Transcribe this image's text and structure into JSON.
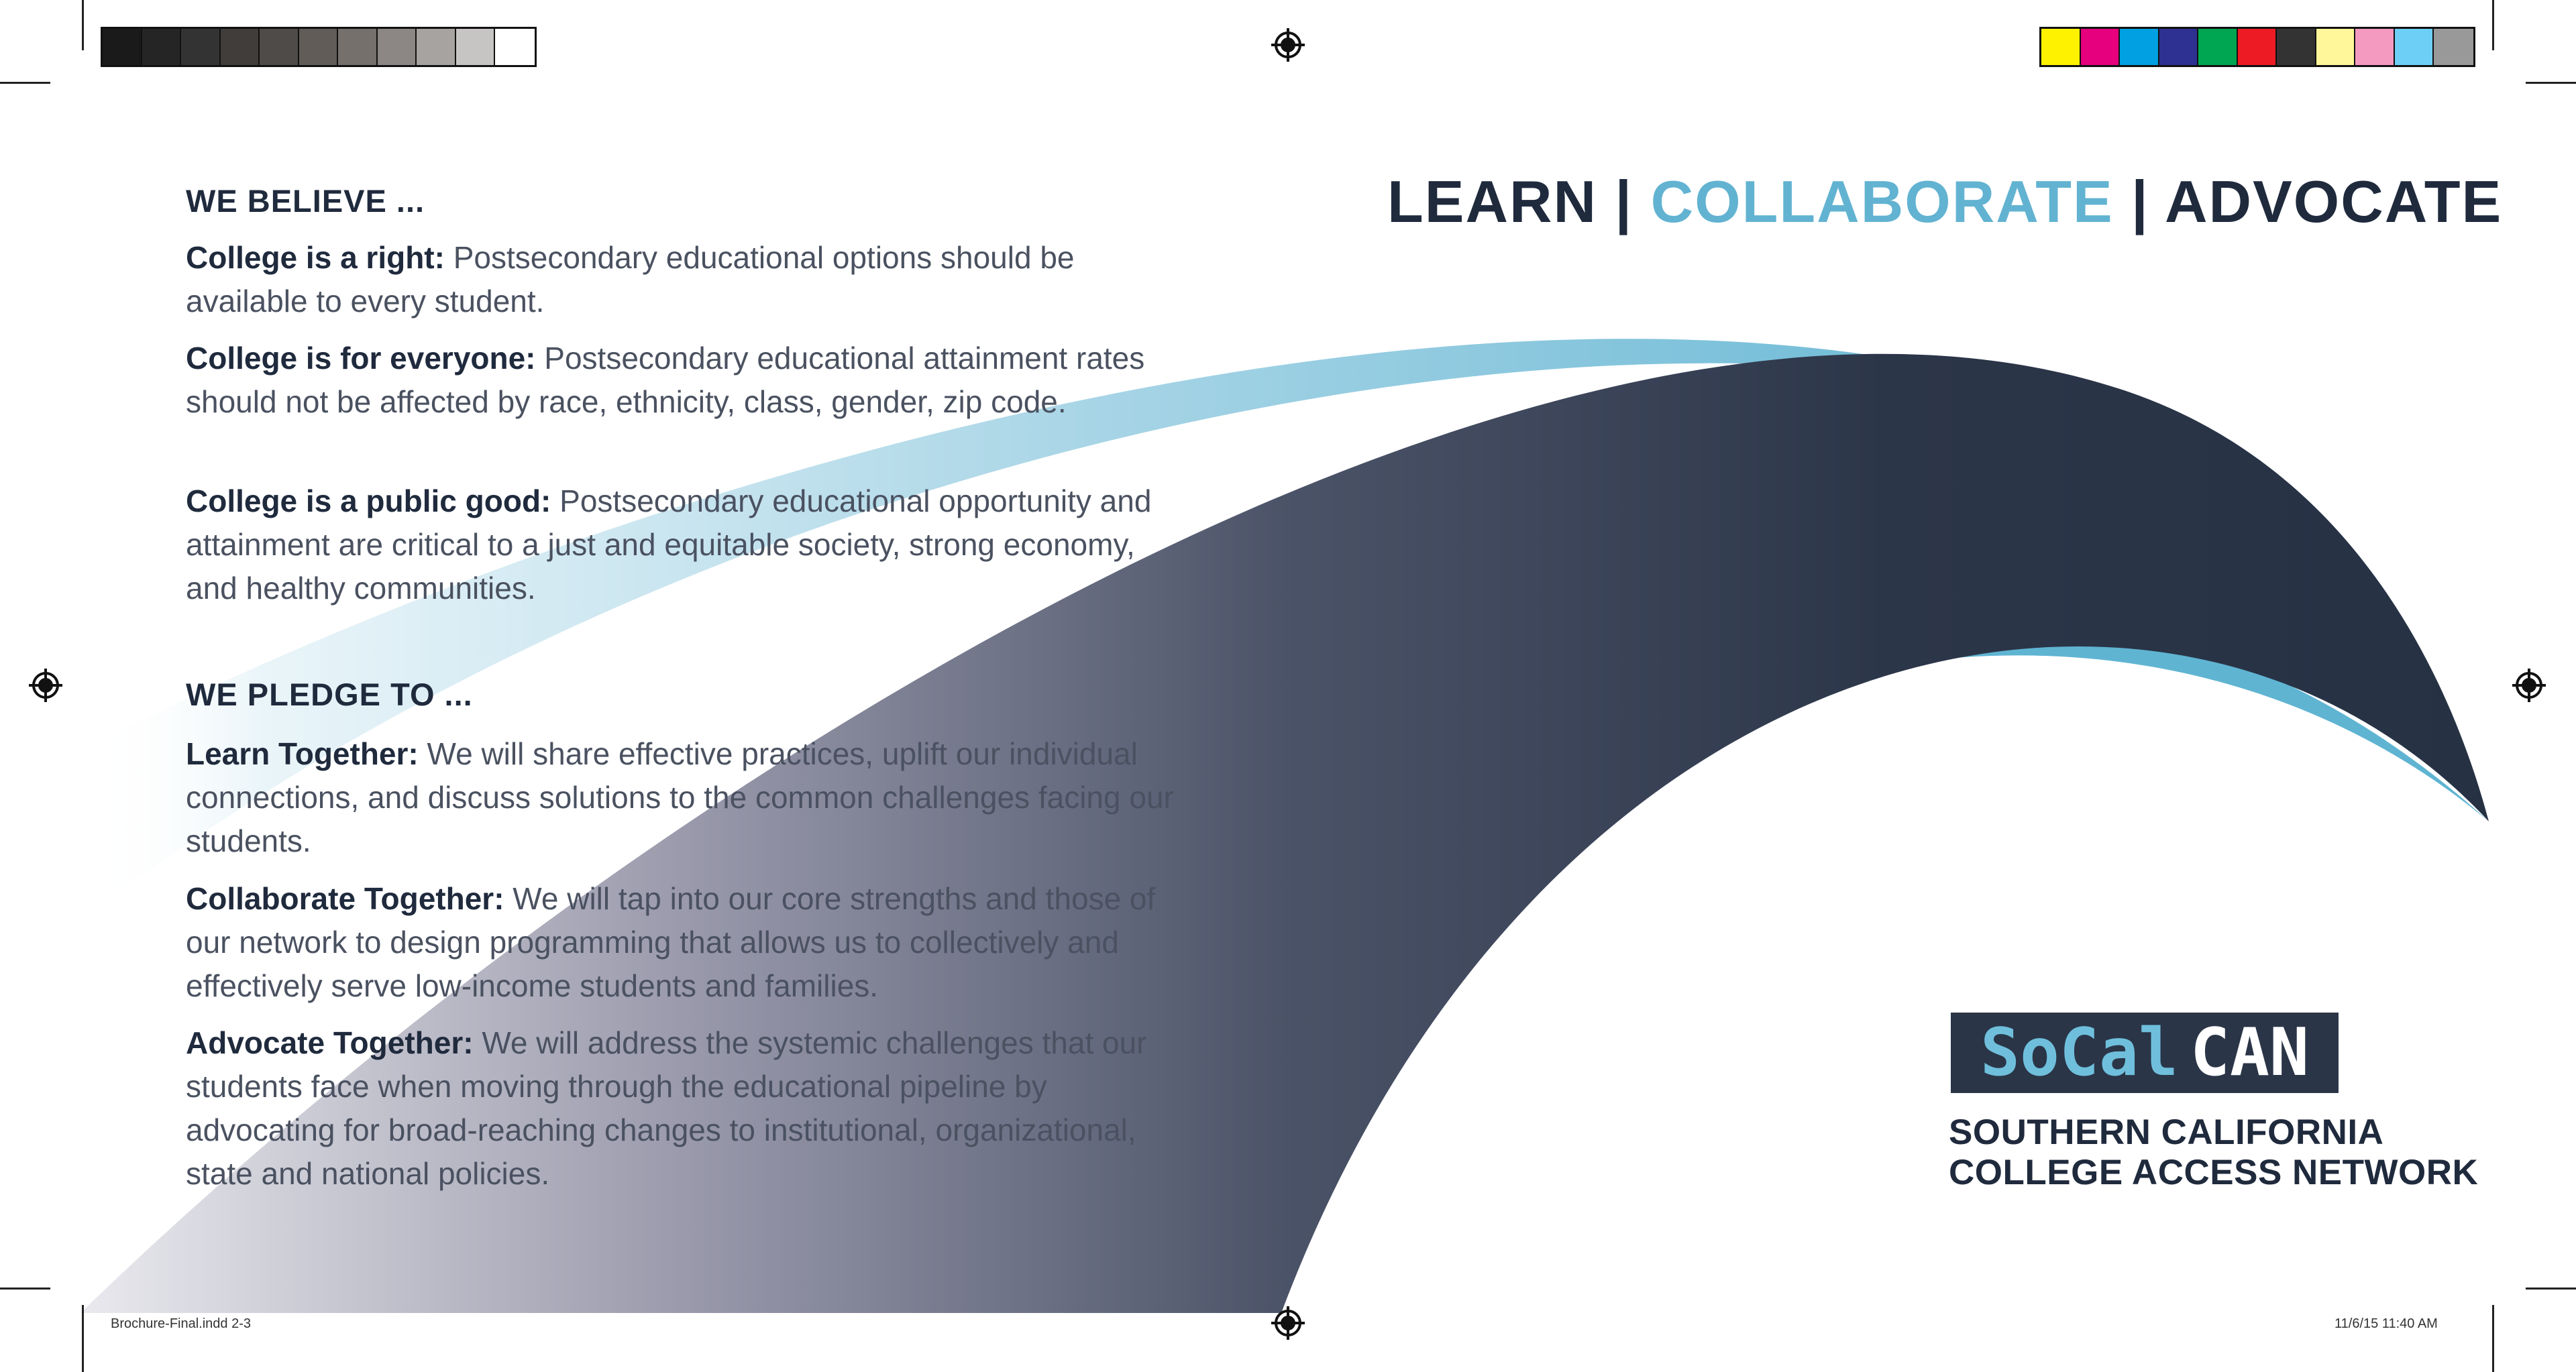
{
  "print_marks": {
    "gray_swatches": [
      "#1a1a1a",
      "#252525",
      "#333333",
      "#403d3b",
      "#4f4b48",
      "#615c58",
      "#75706c",
      "#8c8784",
      "#a6a3a1",
      "#c7c5c4",
      "#ffffff"
    ],
    "color_swatches": [
      "#fff200",
      "#e6007e",
      "#00a0e3",
      "#2e3192",
      "#00a651",
      "#ed1c24",
      "#333333",
      "#fff799",
      "#f49ac1",
      "#6dcff6",
      "#999999"
    ],
    "file_name": "Brochure-Final.indd   2-3",
    "timestamp": "11/6/15   11:40 AM"
  },
  "tagline": {
    "learn": "LEARN",
    "sep1": " | ",
    "collaborate": "COLLABORATE",
    "sep2": " | ",
    "advocate": "ADVOCATE"
  },
  "believe": {
    "heading": "WE BELIEVE ...",
    "items": [
      {
        "lead": "College is a right:",
        "text": " Postsecondary educational options should be available to every student."
      },
      {
        "lead": "College is for everyone:",
        "text": " Postsecondary educational attainment rates should not be affected by race, ethnicity, class, gender, zip code."
      },
      {
        "lead": "College is a public good:",
        "text": " Postsecondary educational opportunity and attainment are critical to a just and equitable society, strong economy, and healthy communities."
      }
    ]
  },
  "pledge": {
    "heading": "WE PLEDGE TO ...",
    "items": [
      {
        "lead": "Learn Together:",
        "text": " We will share effective practices, uplift our individual connections, and discuss solutions to the common challenges facing our students."
      },
      {
        "lead": "Collaborate Together:",
        "text": " We will tap into our core strengths and those of our network to design programming that allows us to collectively and effectively serve low-income students and families."
      },
      {
        "lead": "Advocate Together:",
        "text": " We will address the systemic challenges that our students face when moving through the educational pipeline by advocating for broad-reaching changes to institutional, organizational, state and national policies."
      }
    ]
  },
  "logo": {
    "so": "SoCal",
    "can": "CAN",
    "line1": "SOUTHERN CALIFORNIA",
    "line2": "COLLEGE ACCESS NETWORK"
  },
  "colors": {
    "navy": "#1f2a3d",
    "light_blue": "#62b3d1",
    "body_gray": "#4a5160"
  }
}
